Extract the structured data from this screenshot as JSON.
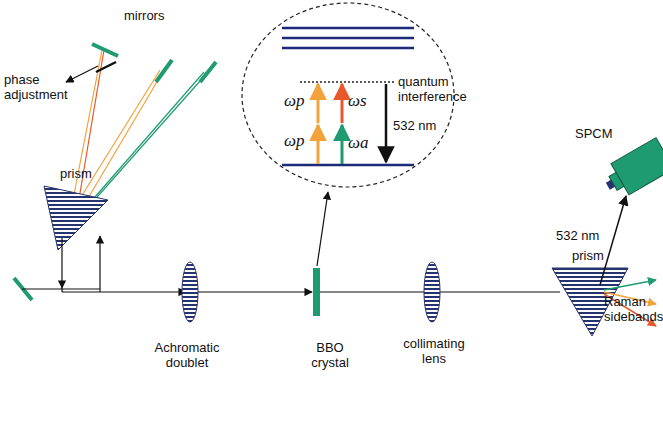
{
  "diagram": {
    "labels": [
      "phase adjustment",
      "mirrors",
      "quantum interference",
      "ωp",
      "ωp",
      "ωs",
      "ωa",
      "532 nm",
      "SPCM",
      "prism",
      "532 nm",
      "Raman sidebands",
      "Achromatic doublet",
      "BBO crystal",
      "collimating lens",
      "prism"
    ]
  }
}
